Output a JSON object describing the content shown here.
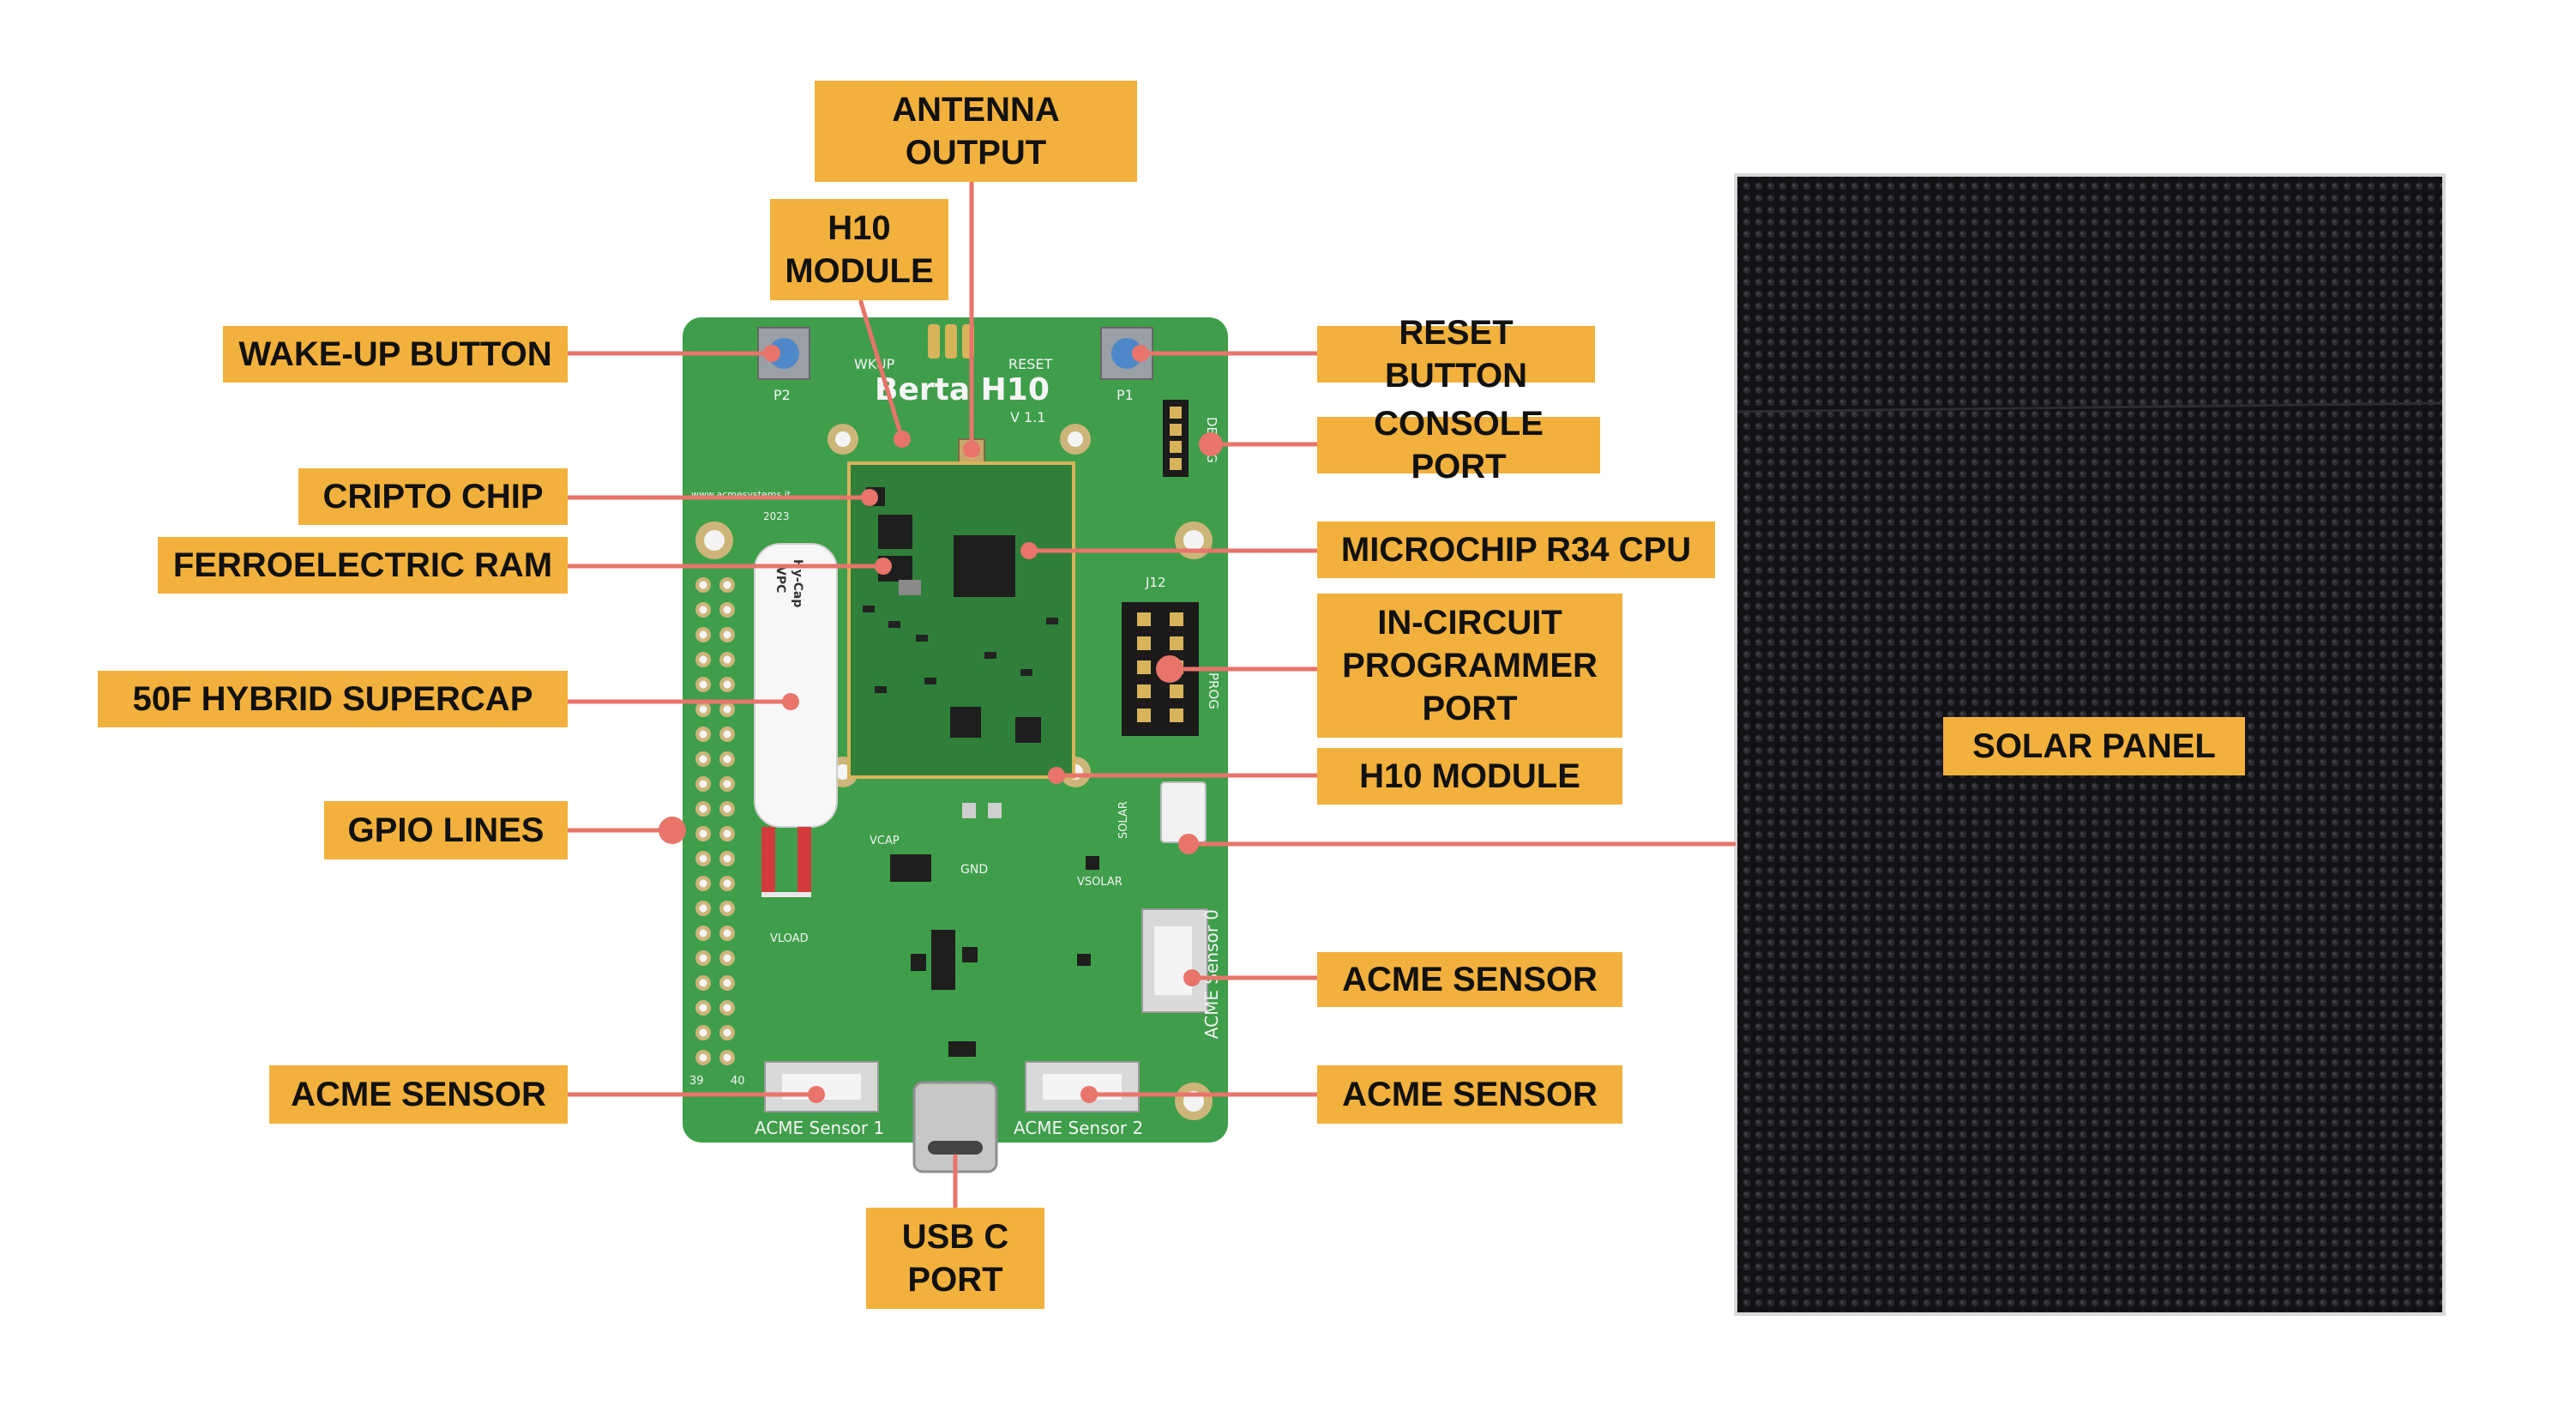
{
  "palette": {
    "label_bg": "#F2B13C",
    "leader_line": "#E8746A",
    "pcb_green": "#3E9E4A",
    "solar_panel": "#111114",
    "background": "#FFFFFF"
  },
  "labels": {
    "antenna_output": "ANTENNA\nOUTPUT",
    "h10_module_top": "H10\nMODULE",
    "wakeup_button": "WAKE-UP BUTTON",
    "reset_button": "RESET BUTTON",
    "console_port": "CONSOLE PORT",
    "cripto_chip": "CRIPTO CHIP",
    "ferroelectric_ram": "FERROELECTRIC RAM",
    "microchip_cpu": "MICROCHIP R34 CPU",
    "supercap": "50F HYBRID SUPERCAP",
    "icp_port": "IN-CIRCUIT\nPROGRAMMER\nPORT",
    "h10_module_side": "H10 MODULE",
    "gpio_lines": "GPIO LINES",
    "acme_sensor_right": "ACME SENSOR",
    "acme_sensor_left": "ACME SENSOR",
    "acme_sensor_bottom_right": "ACME SENSOR",
    "usb_c_port": "USB C\nPORT",
    "solar_panel": "SOLAR PANEL"
  },
  "board": {
    "title": "Berta H10",
    "version": "V 1.1",
    "wkup": "WKUP",
    "reset": "RESET",
    "p1": "P1",
    "p2": "P2",
    "debug": "DEBUG",
    "prog": "PROG",
    "j12": "J12",
    "acme_sensor_0": "ACME Sensor 0",
    "acme_sensor_1": "ACME Sensor 1",
    "acme_sensor_2": "ACME Sensor 2",
    "supercap_brand": "Hy-Cap",
    "supercap_model": "VPC",
    "year": "2023",
    "site": "www.acmesystems.it",
    "gnd": "GND",
    "solar": "SOLAR",
    "vcap": "VCAP",
    "vload": "VLOAD",
    "vsolar": "VSOLAR",
    "pin39": "39",
    "pin40": "40"
  }
}
